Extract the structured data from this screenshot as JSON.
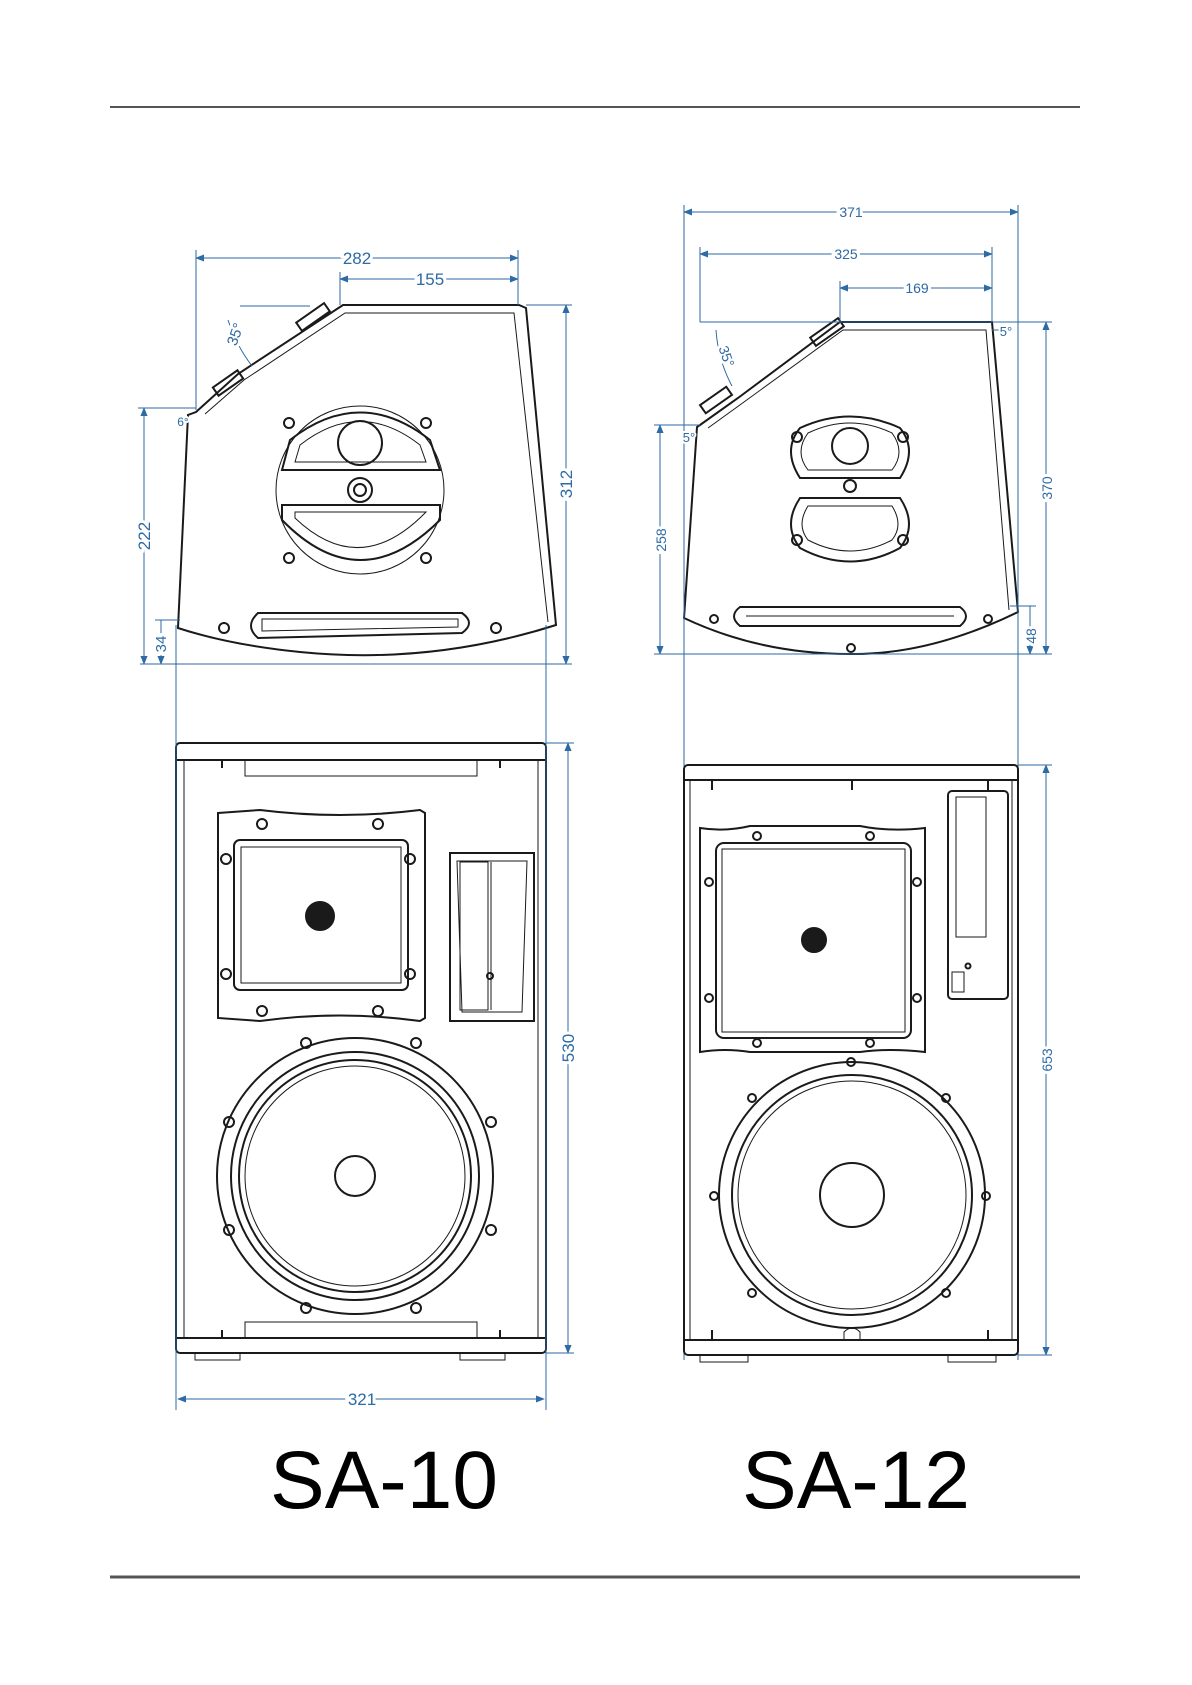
{
  "colors": {
    "dimension": "#2e6aa3",
    "outline": "#1a1a1a",
    "rule": "#555555",
    "background": "#ffffff"
  },
  "sa10": {
    "model_label": "SA-10",
    "top_view": {
      "width_overall": "282",
      "width_top": "155",
      "height_total": "312",
      "height_front": "222",
      "height_bottom": "34",
      "angle_tilt": "35°",
      "angle_front": "6°"
    },
    "front_view": {
      "height": "530",
      "width": "321"
    }
  },
  "sa12": {
    "model_label": "SA-12",
    "top_view": {
      "width_overall": "371",
      "width_mid": "325",
      "width_top": "169",
      "height_total": "370",
      "height_front": "258",
      "height_bottom": "48",
      "angle_tilt": "35°",
      "angle_back": "5°",
      "angle_front": "5°"
    },
    "front_view": {
      "height": "653"
    }
  }
}
